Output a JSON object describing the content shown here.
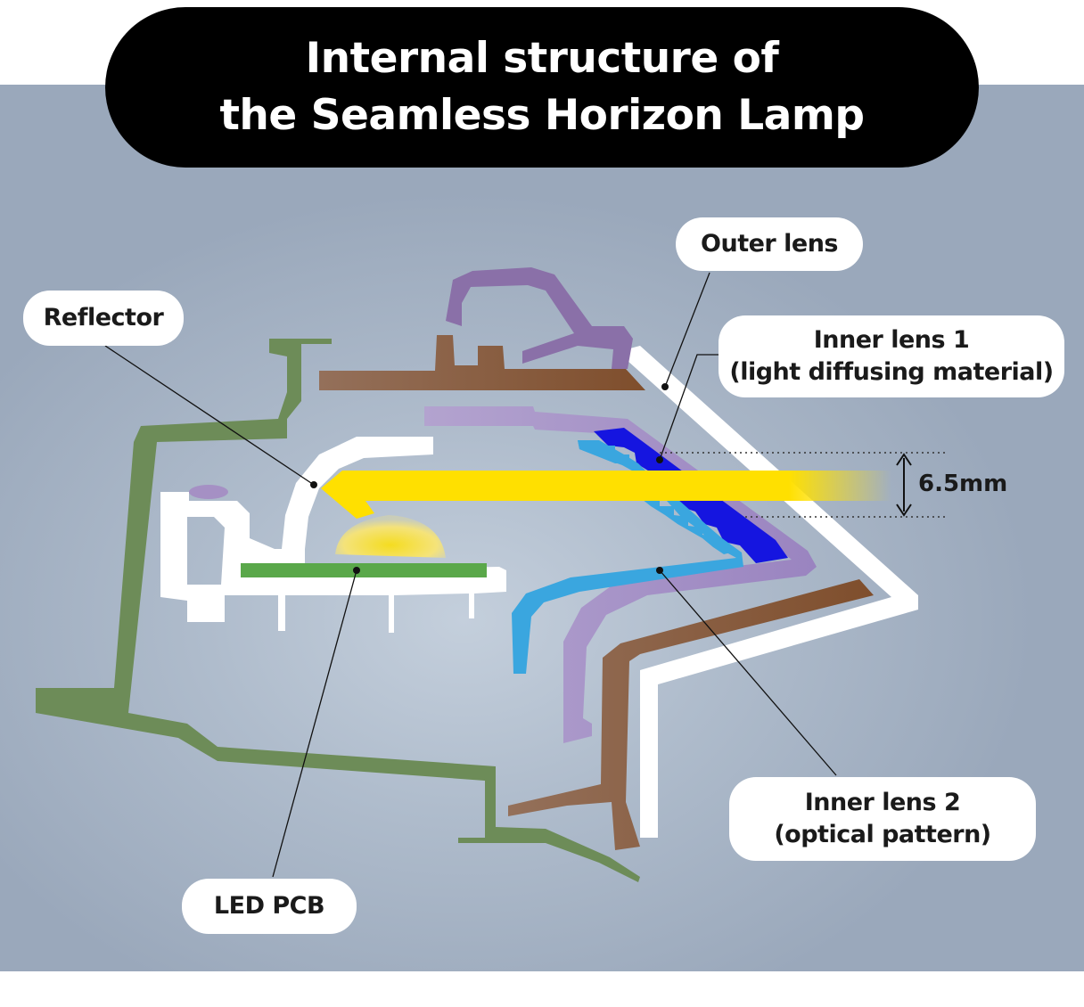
{
  "title": {
    "line1": "Internal structure of",
    "line2": "the Seamless Horizon Lamp"
  },
  "labels": {
    "outer_lens": "Outer lens",
    "reflector": "Reflector",
    "inner_lens_1_line1": "Inner lens  1",
    "inner_lens_1_line2": "(light diffusing material)",
    "inner_lens_2_line1": "Inner lens  2",
    "inner_lens_2_line2": "(optical pattern)",
    "led_pcb": "LED PCB"
  },
  "dimension": "6.5mm",
  "colors": {
    "background": "#a5b2c4",
    "housing": "#6d8c58",
    "outer_lens": "#ffffff",
    "bezel": "#8b5e3c",
    "inner_lens_1": "#a590c4",
    "inner_lens_2": "#3aa6df",
    "optical_pattern": "#1515e0",
    "light_beam": "#ffe000",
    "pcb": "#5aa84a"
  }
}
